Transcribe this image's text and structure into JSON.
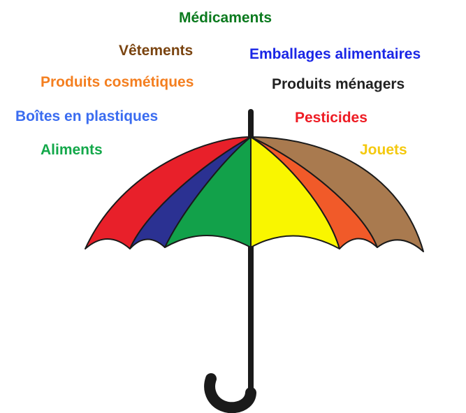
{
  "labels": {
    "medicaments": {
      "text": "Médicaments",
      "color": "#0b7a1e"
    },
    "vetements": {
      "text": "Vêtements",
      "color": "#7a4410"
    },
    "emballages": {
      "text": "Emballages alimentaires",
      "color": "#1a26e6"
    },
    "cosmetiques": {
      "text": "Produits cosmétiques",
      "color": "#f47f20"
    },
    "menagers": {
      "text": "Produits ménagers",
      "color": "#222222"
    },
    "plastiques": {
      "text": "Boîtes en plastiques",
      "color": "#3a6cf0"
    },
    "pesticides": {
      "text": "Pesticides",
      "color": "#ee1c24"
    },
    "aliments": {
      "text": "Aliments",
      "color": "#13a84a"
    },
    "jouets": {
      "text": "Jouets",
      "color": "#f4c90f"
    }
  },
  "umbrella": {
    "panel_colors": [
      "#e8202a",
      "#2b3192",
      "#12a14a",
      "#f7ef0a",
      "#f9f600",
      "#f15a29",
      "#a97a4f"
    ],
    "outline_color": "#1a1a1a"
  }
}
